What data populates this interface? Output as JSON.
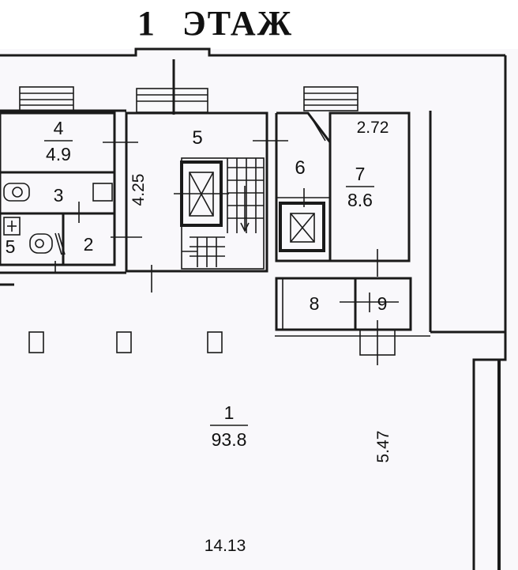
{
  "title": "1   ЭТАЖ",
  "rooms": [
    {
      "num": "4",
      "area": "4.9"
    },
    {
      "num": "5"
    },
    {
      "num": "3"
    },
    {
      "num": "2"
    },
    {
      "num": "5"
    },
    {
      "num": "6"
    },
    {
      "num": "7",
      "area": "8.6"
    },
    {
      "num": "8"
    },
    {
      "num": "9"
    },
    {
      "num": "1",
      "area": "93.8"
    }
  ],
  "dimensions": {
    "d_425": "4.25",
    "d_272": "2.72",
    "d_547": "5.47",
    "d_1413": "14.13"
  }
}
